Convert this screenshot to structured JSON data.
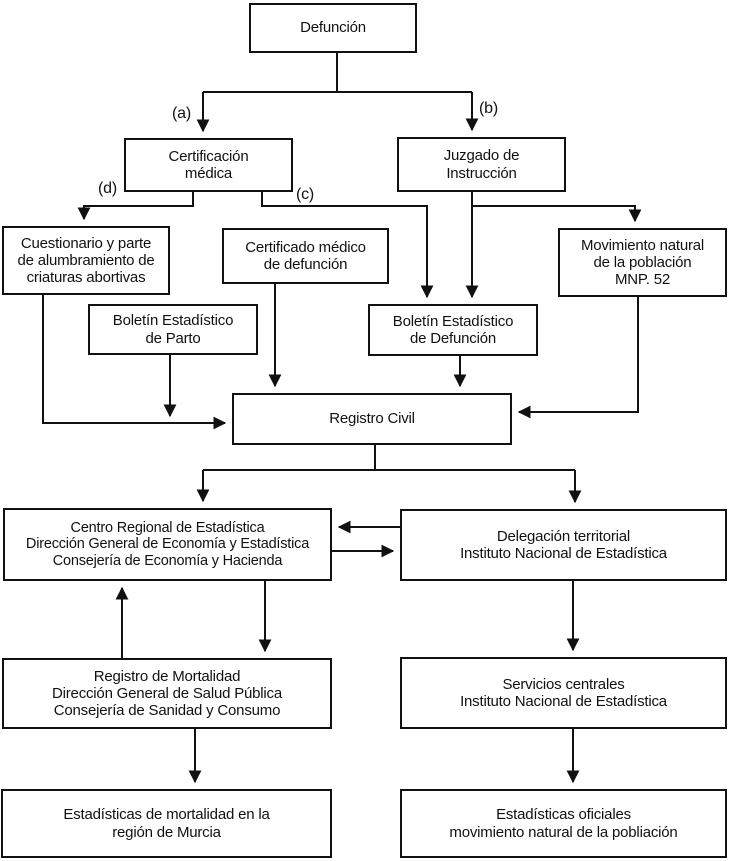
{
  "diagram": {
    "type": "flowchart",
    "colors": {
      "line": "#111111",
      "background": "#ffffff",
      "box_background": "#ffffff"
    },
    "nodes": {
      "defuncion": {
        "label": "Defunción"
      },
      "certificacion_medica": {
        "label": "Certificación\nmédica"
      },
      "juzgado_instruccion": {
        "label": "Juzgado de\nInstrucción"
      },
      "cuestionario": {
        "label": "Cuestionario y parte\nde alumbramiento de\ncriaturas abortivas"
      },
      "certificado_medico": {
        "label": "Certificado médico\nde defunción"
      },
      "boletin_parto": {
        "label": "Boletín Estadístico\nde Parto"
      },
      "boletin_defuncion": {
        "label": "Boletín Estadístico\nde Defunción"
      },
      "movimiento_natural": {
        "label": "Movimiento natural\nde la población\nMNP. 52"
      },
      "registro_civil": {
        "label": "Registro Civil"
      },
      "centro_regional": {
        "label": "Centro Regional de Estadística\nDirección General de Economía y Estadística\nConsejería de Economía y Hacienda"
      },
      "delegacion_territorial": {
        "label": "Delegación territorial\nInstituto Nacional de Estadística"
      },
      "registro_mortalidad": {
        "label": "Registro de Mortalidad\nDirección General de Salud Pública\nConsejería de Sanidad y Consumo"
      },
      "servicios_centrales": {
        "label": "Servicios centrales\nInstituto Nacional de Estadística"
      },
      "estadisticas_murcia": {
        "label": "Estadísticas de mortalidad en la\nregión de Murcia"
      },
      "estadisticas_oficiales": {
        "label": "Estadísticas oficiales\nmovimiento natural de la pobliación"
      }
    },
    "edge_labels": {
      "a": "(a)",
      "b": "(b)",
      "c": "(c)",
      "d": "(d)"
    }
  }
}
